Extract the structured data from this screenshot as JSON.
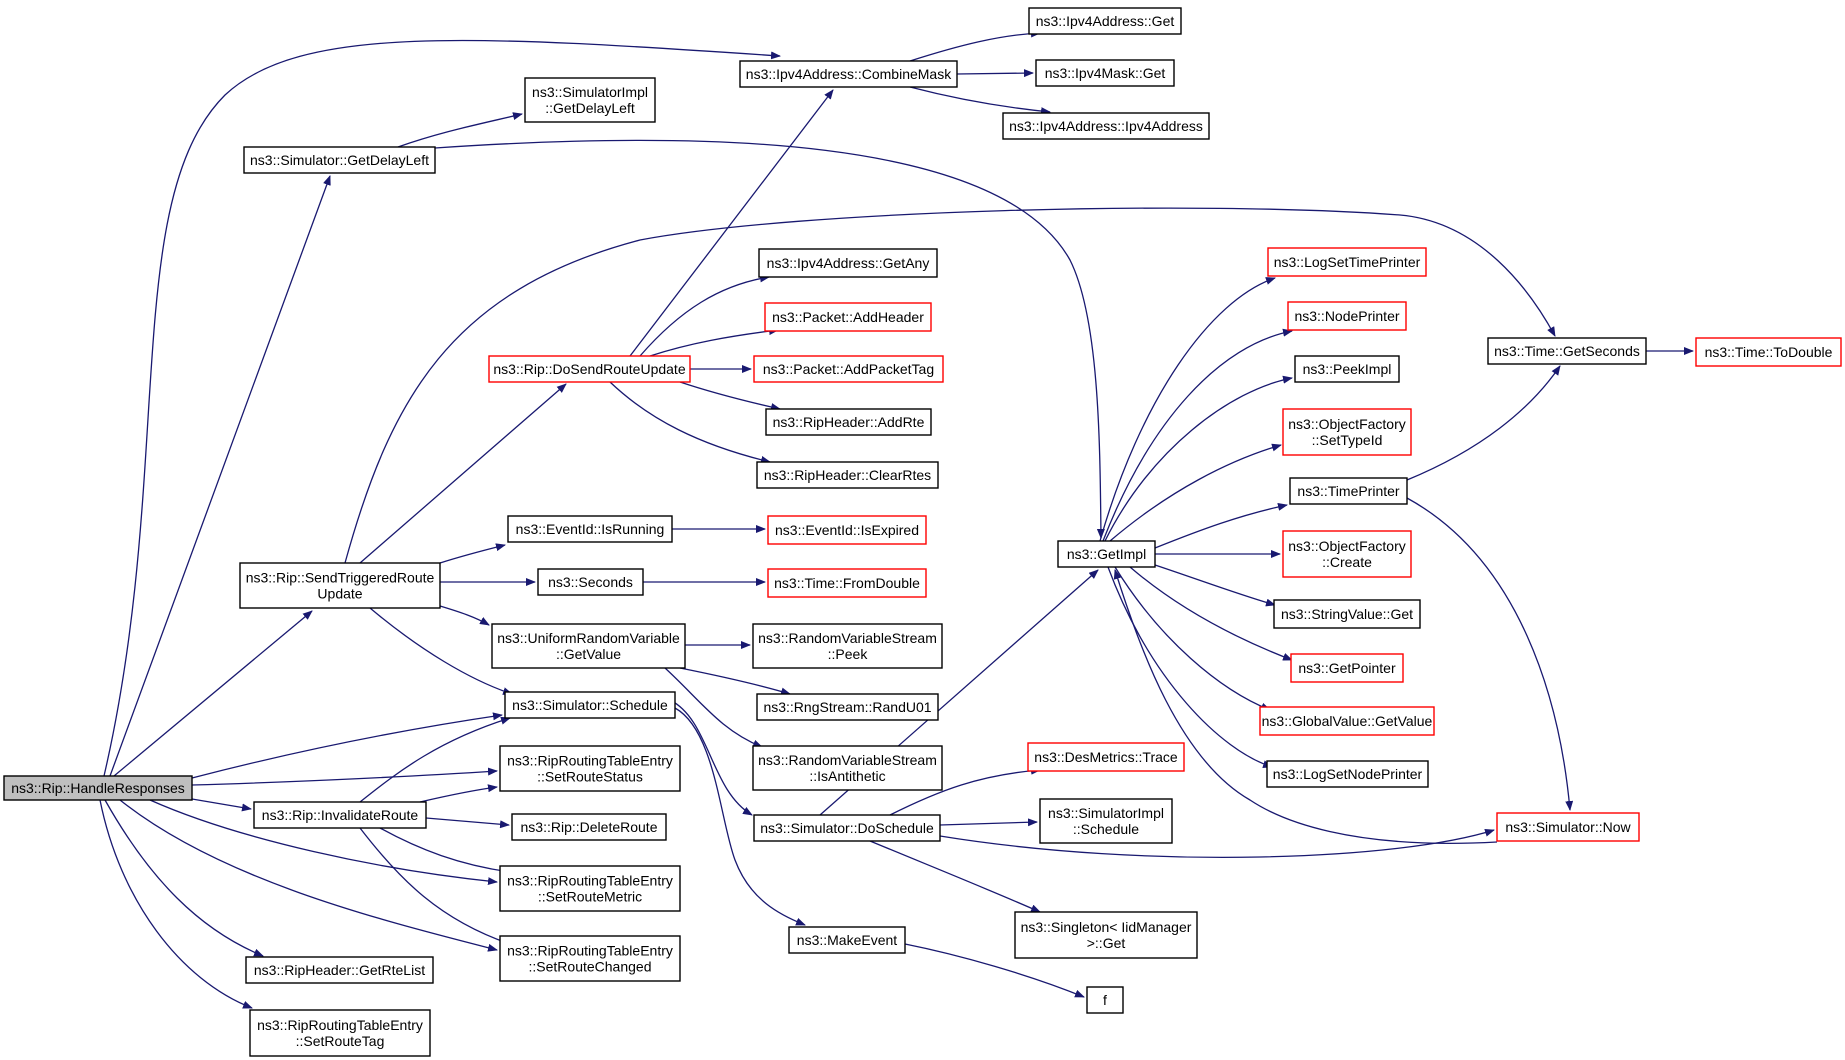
{
  "graph": {
    "colors": {
      "edge": "#191970",
      "node_border_default": "#000000",
      "node_border_truncated": "#ff0000",
      "node_fill_root": "#bfbfbf",
      "node_fill": "#ffffff"
    },
    "nodes": [
      {
        "id": "handle_responses",
        "lines": [
          "ns3::Rip::HandleResponses"
        ],
        "root": true
      },
      {
        "id": "simulator_getdelayleft",
        "lines": [
          "ns3::Simulator::GetDelayLeft"
        ]
      },
      {
        "id": "simimpl_getdelayleft",
        "lines": [
          "ns3::SimulatorImpl",
          "::GetDelayLeft"
        ]
      },
      {
        "id": "ipv4addr_combinemask",
        "lines": [
          "ns3::Ipv4Address::CombineMask"
        ]
      },
      {
        "id": "ipv4addr_get",
        "lines": [
          "ns3::Ipv4Address::Get"
        ]
      },
      {
        "id": "ipv4mask_get",
        "lines": [
          "ns3::Ipv4Mask::Get"
        ]
      },
      {
        "id": "ipv4addr_ctor",
        "lines": [
          "ns3::Ipv4Address::Ipv4Address"
        ]
      },
      {
        "id": "ipv4addr_getany",
        "lines": [
          "ns3::Ipv4Address::GetAny"
        ]
      },
      {
        "id": "packet_addheader",
        "lines": [
          "ns3::Packet::AddHeader"
        ],
        "truncated": true
      },
      {
        "id": "rip_dosendrouteupdate",
        "lines": [
          "ns3::Rip::DoSendRouteUpdate"
        ],
        "truncated": true
      },
      {
        "id": "packet_addpackettag",
        "lines": [
          "ns3::Packet::AddPacketTag"
        ],
        "truncated": true
      },
      {
        "id": "ripheader_addrte",
        "lines": [
          "ns3::RipHeader::AddRte"
        ]
      },
      {
        "id": "ripheader_clearrtes",
        "lines": [
          "ns3::RipHeader::ClearRtes"
        ]
      },
      {
        "id": "eventid_isrunning",
        "lines": [
          "ns3::EventId::IsRunning"
        ]
      },
      {
        "id": "eventid_isexpired",
        "lines": [
          "ns3::EventId::IsExpired"
        ],
        "truncated": true
      },
      {
        "id": "rip_sendtriggered",
        "lines": [
          "ns3::Rip::SendTriggeredRoute",
          "Update"
        ]
      },
      {
        "id": "seconds",
        "lines": [
          "ns3::Seconds"
        ]
      },
      {
        "id": "time_fromdouble",
        "lines": [
          "ns3::Time::FromDouble"
        ],
        "truncated": true
      },
      {
        "id": "urv_getvalue",
        "lines": [
          "ns3::UniformRandomVariable",
          "::GetValue"
        ]
      },
      {
        "id": "rvs_peek",
        "lines": [
          "ns3::RandomVariableStream",
          "::Peek"
        ]
      },
      {
        "id": "rngstream_randu01",
        "lines": [
          "ns3::RngStream::RandU01"
        ]
      },
      {
        "id": "rvs_isantithetic",
        "lines": [
          "ns3::RandomVariableStream",
          "::IsAntithetic"
        ]
      },
      {
        "id": "simulator_schedule",
        "lines": [
          "ns3::Simulator::Schedule"
        ]
      },
      {
        "id": "rrte_setroutestatus",
        "lines": [
          "ns3::RipRoutingTableEntry",
          "::SetRouteStatus"
        ]
      },
      {
        "id": "rip_invalidateroute",
        "lines": [
          "ns3::Rip::InvalidateRoute"
        ]
      },
      {
        "id": "rip_deleteroute",
        "lines": [
          "ns3::Rip::DeleteRoute"
        ]
      },
      {
        "id": "rrte_setroutemetric",
        "lines": [
          "ns3::RipRoutingTableEntry",
          "::SetRouteMetric"
        ]
      },
      {
        "id": "rrte_setroutechanged",
        "lines": [
          "ns3::RipRoutingTableEntry",
          "::SetRouteChanged"
        ]
      },
      {
        "id": "ripheader_getrtelist",
        "lines": [
          "ns3::RipHeader::GetRteList"
        ]
      },
      {
        "id": "rrte_setroutetag",
        "lines": [
          "ns3::RipRoutingTableEntry",
          "::SetRouteTag"
        ]
      },
      {
        "id": "simulator_doschedule",
        "lines": [
          "ns3::Simulator::DoSchedule"
        ]
      },
      {
        "id": "makeevent",
        "lines": [
          "ns3::MakeEvent"
        ]
      },
      {
        "id": "f",
        "lines": [
          "f"
        ]
      },
      {
        "id": "desmetrics_trace",
        "lines": [
          "ns3::DesMetrics::Trace"
        ],
        "truncated": true
      },
      {
        "id": "simimpl_schedule",
        "lines": [
          "ns3::SimulatorImpl",
          "::Schedule"
        ]
      },
      {
        "id": "singleton_iidmanager_get",
        "lines": [
          "ns3::Singleton< IidManager",
          ">::Get"
        ]
      },
      {
        "id": "getimpl",
        "lines": [
          "ns3::GetImpl"
        ]
      },
      {
        "id": "logsettimeprinter",
        "lines": [
          "ns3::LogSetTimePrinter"
        ],
        "truncated": true
      },
      {
        "id": "nodeprinter",
        "lines": [
          "ns3::NodePrinter"
        ],
        "truncated": true
      },
      {
        "id": "peekimpl",
        "lines": [
          "ns3::PeekImpl"
        ]
      },
      {
        "id": "objfactory_settypeid",
        "lines": [
          "ns3::ObjectFactory",
          "::SetTypeId"
        ],
        "truncated": true
      },
      {
        "id": "timeprinter",
        "lines": [
          "ns3::TimePrinter"
        ]
      },
      {
        "id": "objfactory_create",
        "lines": [
          "ns3::ObjectFactory",
          "::Create"
        ],
        "truncated": true
      },
      {
        "id": "stringvalue_get",
        "lines": [
          "ns3::StringValue::Get"
        ]
      },
      {
        "id": "getpointer",
        "lines": [
          "ns3::GetPointer"
        ],
        "truncated": true
      },
      {
        "id": "globalvalue_getvalue",
        "lines": [
          "ns3::GlobalValue::GetValue"
        ],
        "truncated": true
      },
      {
        "id": "logsetnodeprinter",
        "lines": [
          "ns3::LogSetNodePrinter"
        ]
      },
      {
        "id": "simulator_now",
        "lines": [
          "ns3::Simulator::Now"
        ],
        "truncated": true
      },
      {
        "id": "time_getseconds",
        "lines": [
          "ns3::Time::GetSeconds"
        ]
      },
      {
        "id": "time_todouble",
        "lines": [
          "ns3::Time::ToDouble"
        ],
        "truncated": true
      }
    ],
    "edges": [
      [
        "handle_responses",
        "ipv4addr_combinemask"
      ],
      [
        "handle_responses",
        "simulator_getdelayleft"
      ],
      [
        "handle_responses",
        "rip_sendtriggered"
      ],
      [
        "handle_responses",
        "simulator_schedule"
      ],
      [
        "handle_responses",
        "rrte_setroutestatus"
      ],
      [
        "handle_responses",
        "rip_invalidateroute"
      ],
      [
        "handle_responses",
        "rrte_setroutemetric"
      ],
      [
        "handle_responses",
        "rrte_setroutechanged"
      ],
      [
        "handle_responses",
        "ripheader_getrtelist"
      ],
      [
        "handle_responses",
        "rrte_setroutetag"
      ],
      [
        "simulator_getdelayleft",
        "simimpl_getdelayleft"
      ],
      [
        "simulator_getdelayleft",
        "getimpl"
      ],
      [
        "ipv4addr_combinemask",
        "ipv4addr_get"
      ],
      [
        "ipv4addr_combinemask",
        "ipv4mask_get"
      ],
      [
        "ipv4addr_combinemask",
        "ipv4addr_ctor"
      ],
      [
        "rip_sendtriggered",
        "time_getseconds"
      ],
      [
        "rip_sendtriggered",
        "rip_dosendrouteupdate"
      ],
      [
        "rip_sendtriggered",
        "eventid_isrunning"
      ],
      [
        "rip_sendtriggered",
        "seconds"
      ],
      [
        "rip_sendtriggered",
        "urv_getvalue"
      ],
      [
        "rip_sendtriggered",
        "simulator_schedule"
      ],
      [
        "rip_dosendrouteupdate",
        "ipv4addr_combinemask"
      ],
      [
        "rip_dosendrouteupdate",
        "ipv4addr_getany"
      ],
      [
        "rip_dosendrouteupdate",
        "packet_addheader"
      ],
      [
        "rip_dosendrouteupdate",
        "packet_addpackettag"
      ],
      [
        "rip_dosendrouteupdate",
        "ripheader_addrte"
      ],
      [
        "rip_dosendrouteupdate",
        "ripheader_clearrtes"
      ],
      [
        "eventid_isrunning",
        "eventid_isexpired"
      ],
      [
        "seconds",
        "time_fromdouble"
      ],
      [
        "urv_getvalue",
        "rvs_peek"
      ],
      [
        "urv_getvalue",
        "rngstream_randu01"
      ],
      [
        "urv_getvalue",
        "rvs_isantithetic"
      ],
      [
        "simulator_schedule",
        "simulator_doschedule"
      ],
      [
        "simulator_schedule",
        "makeevent"
      ],
      [
        "rip_invalidateroute",
        "simulator_schedule"
      ],
      [
        "rip_invalidateroute",
        "rrte_setroutestatus"
      ],
      [
        "rip_invalidateroute",
        "rip_deleteroute"
      ],
      [
        "rip_invalidateroute",
        "rrte_setroutemetric"
      ],
      [
        "rip_invalidateroute",
        "rrte_setroutechanged"
      ],
      [
        "simulator_doschedule",
        "getimpl"
      ],
      [
        "simulator_doschedule",
        "desmetrics_trace"
      ],
      [
        "simulator_doschedule",
        "simimpl_schedule"
      ],
      [
        "simulator_doschedule",
        "singleton_iidmanager_get"
      ],
      [
        "simulator_doschedule",
        "simulator_now"
      ],
      [
        "makeevent",
        "f"
      ],
      [
        "getimpl",
        "logsettimeprinter"
      ],
      [
        "getimpl",
        "nodeprinter"
      ],
      [
        "getimpl",
        "peekimpl"
      ],
      [
        "getimpl",
        "objfactory_settypeid"
      ],
      [
        "getimpl",
        "timeprinter"
      ],
      [
        "getimpl",
        "objfactory_create"
      ],
      [
        "getimpl",
        "stringvalue_get"
      ],
      [
        "getimpl",
        "getpointer"
      ],
      [
        "getimpl",
        "globalvalue_getvalue"
      ],
      [
        "getimpl",
        "logsetnodeprinter"
      ],
      [
        "timeprinter",
        "time_getseconds"
      ],
      [
        "timeprinter",
        "simulator_now"
      ],
      [
        "simulator_now",
        "getimpl"
      ],
      [
        "time_getseconds",
        "time_todouble"
      ]
    ]
  }
}
